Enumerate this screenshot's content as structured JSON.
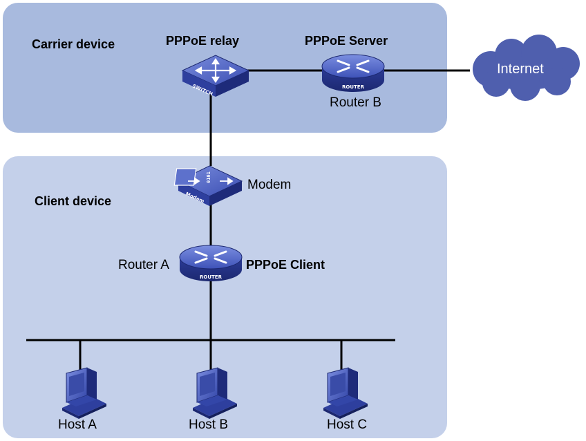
{
  "zones": {
    "carrier": {
      "label": "Carrier device"
    },
    "client": {
      "label": "Client device"
    }
  },
  "devices": {
    "pppoe_relay": {
      "role": "PPPoE relay",
      "device_text": "SWITCH",
      "icon": "switch-icon"
    },
    "router_b": {
      "role": "PPPoE Server",
      "name": "Router B",
      "device_text": "ROUTER",
      "icon": "router-icon"
    },
    "internet": {
      "label": "Internet",
      "icon": "cloud-icon"
    },
    "modem": {
      "name": "Modem",
      "device_text": "Modem",
      "icon": "modem-icon"
    },
    "router_a": {
      "role": "PPPoE Client",
      "name": "Router A",
      "device_text": "ROUTER",
      "icon": "router-icon"
    },
    "hosts": [
      {
        "name": "Host A",
        "icon": "computer-icon"
      },
      {
        "name": "Host B",
        "icon": "computer-icon"
      },
      {
        "name": "Host C",
        "icon": "computer-icon"
      }
    ]
  },
  "colors": {
    "carrier_zone": "#a8bade",
    "client_zone": "#c4d0ea",
    "device_blue": "#2e3f9e",
    "device_light": "#6a7fd0",
    "cloud": "#4f5fae",
    "link": "#000000"
  }
}
